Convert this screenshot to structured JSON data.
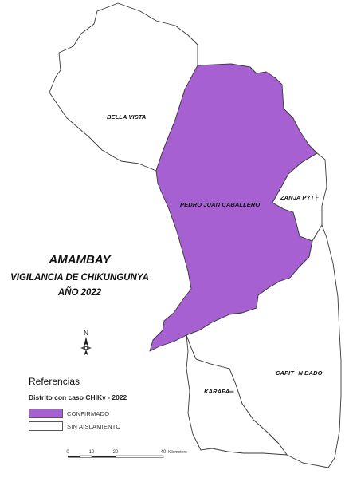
{
  "map": {
    "title": "AMAMBAY",
    "subtitle": "VIGILANCIA DE CHIKUNGUNYA",
    "year": "AÑO 2022",
    "districts": [
      {
        "id": "bella-vista",
        "name": "BELLA VISTA",
        "status": "sin_aislamiento"
      },
      {
        "id": "pedro-juan-caballero",
        "name": "PEDRO JUAN CABALLERO",
        "status": "confirmado"
      },
      {
        "id": "zanja-pyta",
        "name": "ZANJA PYT├",
        "status": "sin_aislamiento"
      },
      {
        "id": "karapai",
        "name": "KARAPA═",
        "status": "sin_aislamiento"
      },
      {
        "id": "capitan-bado",
        "name": "CAPIT┴N BADO",
        "status": "sin_aislamiento"
      }
    ],
    "colors": {
      "confirmado": "#a660d1",
      "sin_aislamiento": "#ffffff",
      "border": "#3a3a3a"
    }
  },
  "legend": {
    "title": "Referencias",
    "subtitle": "Distrito con caso CHIKv - 2022",
    "items": [
      {
        "label": "CONFIRMADO",
        "color": "#a660d1"
      },
      {
        "label": "SIN AISLAMIENTO",
        "color": "#ffffff"
      }
    ]
  },
  "north_arrow": {
    "label": "N"
  },
  "scale_bar": {
    "ticks": [
      "0",
      "10",
      "20",
      "40"
    ],
    "unit": "Kilometers"
  }
}
